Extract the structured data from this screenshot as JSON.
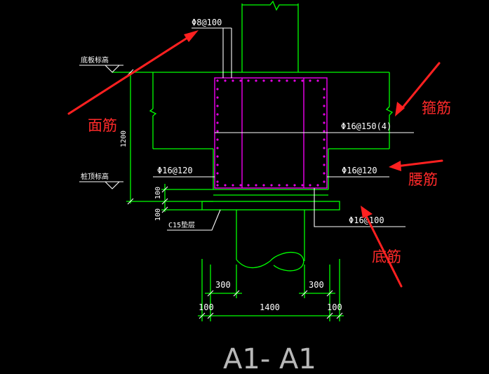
{
  "labels": {
    "top_rebar": "Φ8@100",
    "stirrup": "Φ16@150(4)",
    "waist_left": "Φ16@120",
    "waist_right": "Φ16@120",
    "bottom_rebar": "Φ16@100",
    "elev_top": "底板标高",
    "elev_bottom": "桩顶标高",
    "height_dim": "1200",
    "dim_100a": "100",
    "dim_100b": "100",
    "cushion": "C15垫层",
    "dim_300_left": "300",
    "dim_300_right": "300",
    "dim_100_left": "100",
    "dim_1400": "1400",
    "dim_100_right": "100",
    "section_title": "A1- A1"
  },
  "annotations": {
    "face_rebar": "面筋",
    "hoop_rebar": "箍筋",
    "waist_rebar": "腰筋",
    "bottom_rebar": "底筋"
  },
  "colors": {
    "background": "#000000",
    "lines": "#00ff00",
    "rebar": "#e000e0",
    "annotation": "#ff2a2a",
    "text": "#ffffff"
  }
}
